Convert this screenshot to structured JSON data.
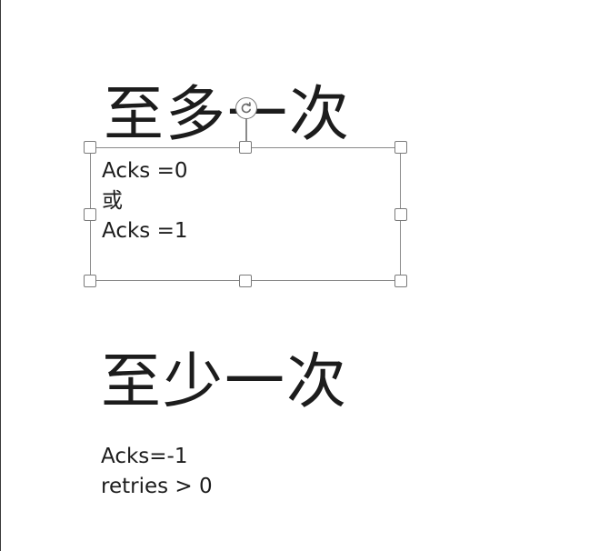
{
  "document": {
    "heading_at_most_once": "至多一次",
    "selected_box": {
      "lines": [
        "Acks =0",
        "或",
        "Acks =1"
      ]
    },
    "heading_at_least_once": "至少一次",
    "free_text": {
      "lines": [
        "Acks=-1",
        "retries > 0"
      ]
    }
  },
  "icons": {
    "rotate_handle": "rotate-icon"
  }
}
